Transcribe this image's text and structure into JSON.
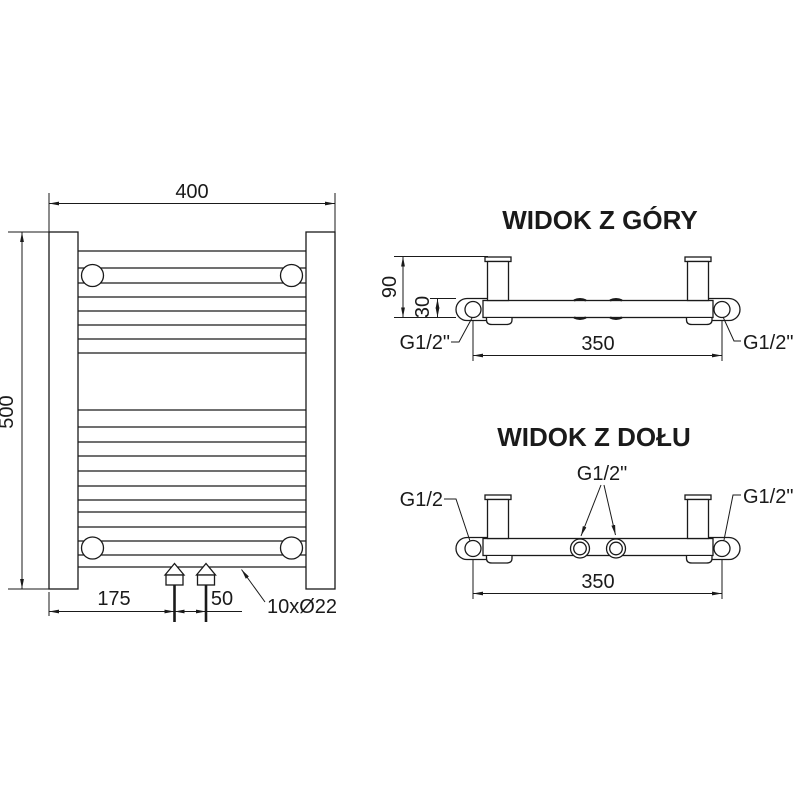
{
  "drawing": {
    "background_color": "#ffffff",
    "line_color": "#1a1a1a",
    "description_texts": {
      "front_dim_width": "400",
      "front_dim_height": "500",
      "front_dim_valve_offset": "175",
      "front_dim_valve_spacing": "50",
      "front_tube_note": "10xØ22"
    }
  },
  "front_view": {
    "dim_width": "400",
    "dim_height": "500",
    "dim_valve_offset": "175",
    "dim_valve_spacing": "50",
    "tube_note": "10xØ22",
    "rung_line_ys": [
      251,
      268,
      283,
      297,
      311,
      325,
      339,
      353,
      410,
      427,
      442,
      456,
      471,
      486,
      500,
      512,
      527,
      541,
      555,
      567
    ]
  },
  "top_view": {
    "title": "WIDOK Z GÓRY",
    "dim_depth": "90",
    "dim_wall_offset": "30",
    "dim_bracket_spacing": "350",
    "label_left_connection": "G1/2\"",
    "label_right_connection": "G1/2\""
  },
  "bottom_view": {
    "title": "WIDOK Z DOŁU",
    "dim_bracket_spacing": "350",
    "label_center_connections": "G1/2\"",
    "label_left_connection": "G1/2",
    "label_right_connection": "G1/2\""
  }
}
